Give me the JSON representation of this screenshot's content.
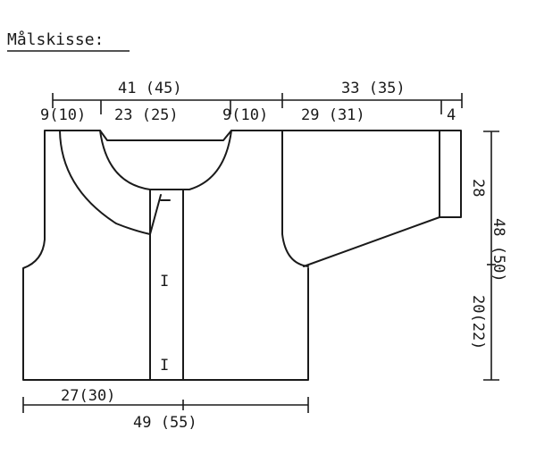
{
  "title": "Målskisse:",
  "dimensions": {
    "top_body_total": "41 (45)",
    "top_sleeve_total": "33 (35)",
    "shoulder_left": "9(10)",
    "neck_width": "23 (25)",
    "shoulder_right": "9(10)",
    "sleeve_length": "29 (31)",
    "cuff_width": "4",
    "sleeve_height": "28",
    "total_height": "48 (50)",
    "lower_height": "20(22)",
    "front_half_width": "27(30)",
    "bottom_total_width": "49 (55)"
  },
  "markers": {
    "button_mark": "I"
  }
}
